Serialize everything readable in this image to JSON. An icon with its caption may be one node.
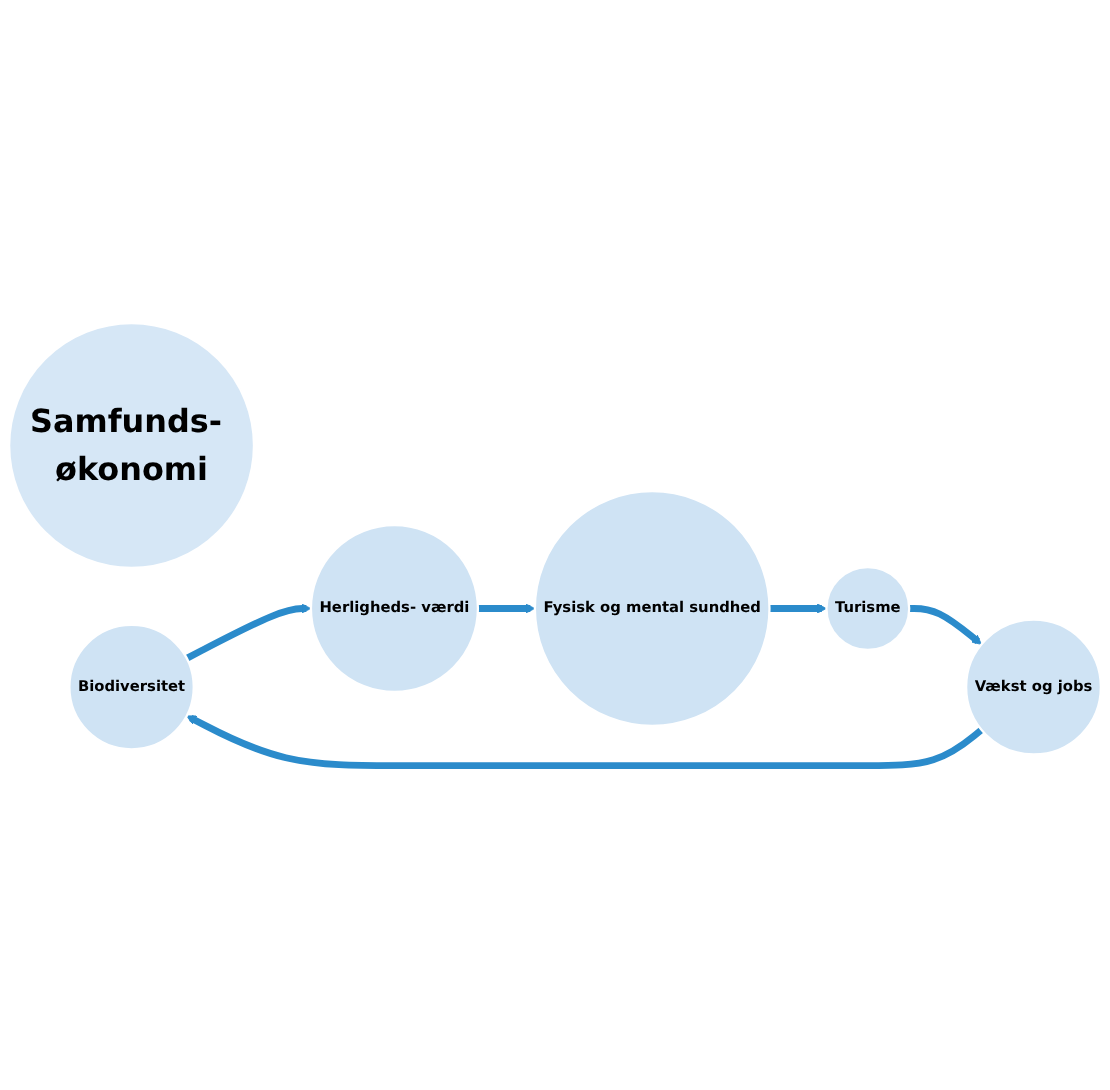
{
  "diagram": {
    "nodes": [
      {
        "text": [
          "Samfunds- økonomi"
        ]
      },
      {
        "text": [
          "Biodiversitet"
        ]
      },
      {
        "text": [
          "Herligheds- værdi"
        ]
      },
      {
        "text": [
          "Fysisk og mental sundhed"
        ]
      },
      {
        "text": [
          "Turisme"
        ]
      },
      {
        "text": [
          "Vækst og jobs"
        ]
      }
    ],
    "edges": [
      {
        "from": 5,
        "to": 1,
        "arrow": "to"
      },
      {
        "from": 1,
        "to": 2,
        "arrow": "to"
      },
      {
        "from": 2,
        "to": 3,
        "arrow": "to"
      },
      {
        "from": 3,
        "to": 4,
        "arrow": "to"
      },
      {
        "from": 4,
        "to": 5,
        "arrow": "to"
      }
    ]
  }
}
